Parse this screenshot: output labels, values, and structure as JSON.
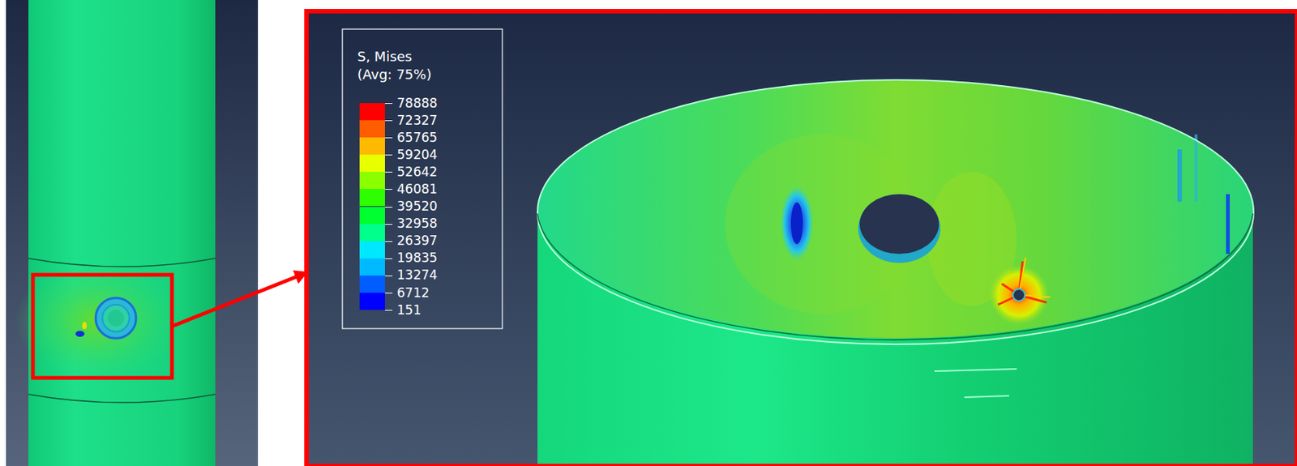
{
  "diagram": {
    "labels": [
      "S, Mises",
      "(Avg: 75%)"
    ],
    "legend": [
      {
        "text": "78888",
        "color": "#ff0000"
      },
      {
        "text": "72327",
        "color": "#ff5d00"
      },
      {
        "text": "65765",
        "color": "#ffb900"
      },
      {
        "text": "59204",
        "color": "#e8ff00"
      },
      {
        "text": "52642",
        "color": "#8bff00"
      },
      {
        "text": "46081",
        "color": "#2eff00"
      },
      {
        "text": "39520",
        "color": "#00ff2e"
      },
      {
        "text": "32958",
        "color": "#00ff8b"
      },
      {
        "text": "26397",
        "color": "#00e8ff"
      },
      {
        "text": "19835",
        "color": "#00b9ff"
      },
      {
        "text": "13274",
        "color": "#005dff"
      },
      {
        "text": "6712",
        "color": "#0000ff"
      },
      {
        "text": "151"
      }
    ]
  }
}
